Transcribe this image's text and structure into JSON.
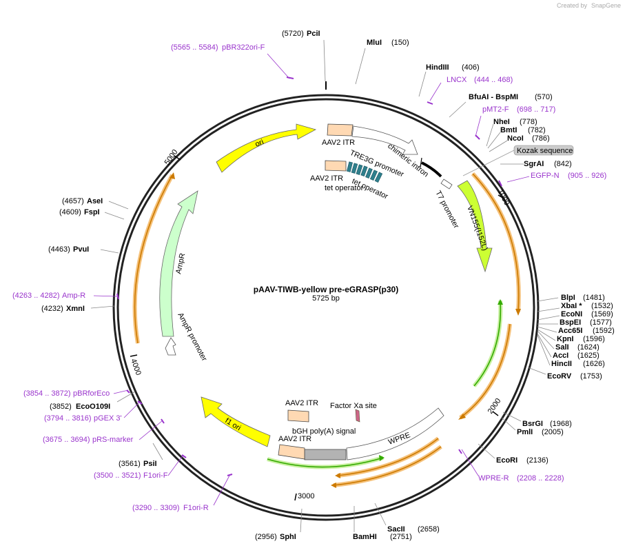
{
  "credit": {
    "created_by": "Created by",
    "app": "SnapGene"
  },
  "plasmid": {
    "name": "pAAV-TIWB-yellow pre-eGRASP(p30)",
    "size": "5725 bp"
  },
  "ticks": [
    "1000",
    "2000",
    "3000",
    "4000",
    "5000"
  ],
  "sites": [
    {
      "pos": "(5720)",
      "name": "PciI"
    },
    {
      "pos": "(150)",
      "name": "MluI"
    },
    {
      "pos": "(406)",
      "name": "HindIII"
    },
    {
      "pos": "(570)",
      "name": "BfuAI - BspMI"
    },
    {
      "pos": "(778)",
      "name": "NheI"
    },
    {
      "pos": "(782)",
      "name": "BmtI"
    },
    {
      "pos": "(786)",
      "name": "NcoI"
    },
    {
      "pos": "(842)",
      "name": "SgrAI"
    },
    {
      "pos": "(1481)",
      "name": "BlpI"
    },
    {
      "pos": "(1532)",
      "name": "XbaI *"
    },
    {
      "pos": "(1569)",
      "name": "EcoNI"
    },
    {
      "pos": "(1577)",
      "name": "BspEI"
    },
    {
      "pos": "(1592)",
      "name": "Acc65I"
    },
    {
      "pos": "(1596)",
      "name": "KpnI"
    },
    {
      "pos": "(1624)",
      "name": "SalI"
    },
    {
      "pos": "(1625)",
      "name": "AccI"
    },
    {
      "pos": "(1626)",
      "name": "HincII"
    },
    {
      "pos": "(1753)",
      "name": "EcoRV"
    },
    {
      "pos": "(1968)",
      "name": "BsrGI"
    },
    {
      "pos": "(2005)",
      "name": "PmlI"
    },
    {
      "pos": "(2136)",
      "name": "EcoRI"
    },
    {
      "pos": "(2658)",
      "name": "SacII"
    },
    {
      "pos": "(2751)",
      "name": "BamHI"
    },
    {
      "pos": "(2956)",
      "name": "SphI"
    },
    {
      "pos": "(3561)",
      "name": "PsiI"
    },
    {
      "pos": "(3852)",
      "name": "EcoO109I"
    },
    {
      "pos": "(4232)",
      "name": "XmnI"
    },
    {
      "pos": "(4463)",
      "name": "PvuI"
    },
    {
      "pos": "(4609)",
      "name": "FspI"
    },
    {
      "pos": "(4657)",
      "name": "AseI"
    }
  ],
  "primers": [
    {
      "range": "(5565 .. 5584)",
      "name": "pBR322ori-F"
    },
    {
      "range": "(444 .. 468)",
      "name": "LNCX"
    },
    {
      "range": "(698 .. 717)",
      "name": "pMT2-F"
    },
    {
      "range": "(905 .. 926)",
      "name": "EGFP-N"
    },
    {
      "range": "(2208 .. 2228)",
      "name": "WPRE-R"
    },
    {
      "range": "(3290 .. 3309)",
      "name": "F1ori-R"
    },
    {
      "range": "(3500 .. 3521)",
      "name": "F1ori-F"
    },
    {
      "range": "(3675 .. 3694)",
      "name": "pRS-marker"
    },
    {
      "range": "(3794 .. 3816)",
      "name": "pGEX 3'"
    },
    {
      "range": "(3854 .. 3872)",
      "name": "pBRforEco"
    },
    {
      "range": "(4263 .. 4282)",
      "name": "Amp-R"
    }
  ],
  "features": {
    "ori": "ori",
    "aav2_itr_top": "AAV2 ITR",
    "tre3g": "TRE3G promoter",
    "chimeric_intron": "chimeric intron",
    "aav2_itr_2": "AAV2 ITR",
    "tet_operator_1": "tet operator",
    "tet_operator_2": "tet operator",
    "t7_promoter": "T7 promoter",
    "vn155": "VN155(I152L)",
    "kozak": "Kozak sequence",
    "ampr": "AmpR",
    "ampr_promoter": "AmpR promoter",
    "f1_ori": "f1 ori",
    "aav2_itr_bottom": "AAV2 ITR",
    "factor_xa": "Factor Xa site",
    "bgh": "bGH poly(A) signal",
    "aav2_itr_bottom2": "AAV2 ITR",
    "wpre": "WPRE"
  },
  "colors": {
    "primer": "#9933cc",
    "ori": "#ffff00",
    "ampr": "#ccffcc",
    "itr": "#ffd9b3",
    "tet": "#2f7f8c",
    "vn155": "#ccff33",
    "orange_arc": "#cc7a00",
    "green_arc": "#33aa00"
  }
}
